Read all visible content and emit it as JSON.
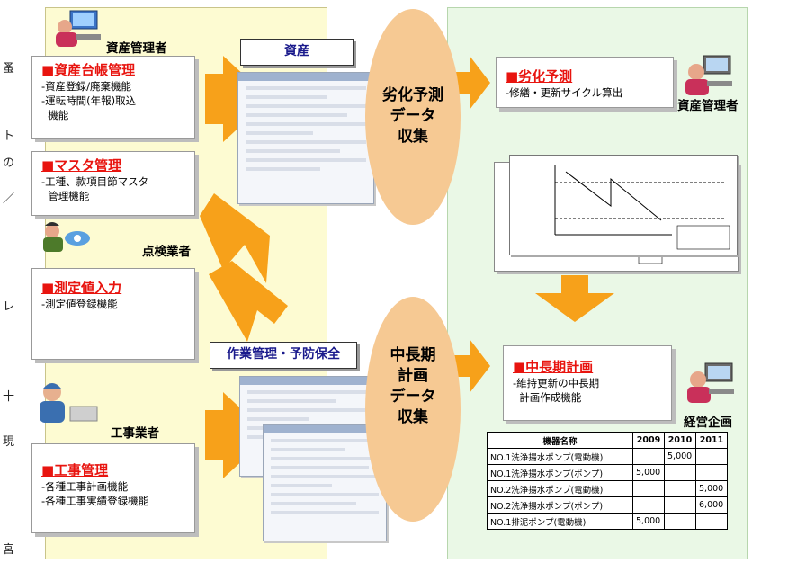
{
  "margin_chars": [
    "蚤",
    "ト",
    "の",
    "／",
    "レ",
    "十",
    "現",
    "宮"
  ],
  "roles": {
    "asset_manager_left": "資産管理者",
    "inspector": "点検業者",
    "contractor": "工事業者",
    "asset_manager_right": "資産管理者",
    "planning": "経営企画"
  },
  "cards": {
    "asset_ledger": {
      "title": "■資産台帳管理",
      "lines": [
        "-資産登録/廃棄機能",
        "-運転時間(年報)取込",
        "  機能"
      ]
    },
    "master": {
      "title": "■マスタ管理",
      "lines": [
        "-工種、款項目節マスタ",
        "  管理機能"
      ]
    },
    "measurement": {
      "title": "■測定値入力",
      "lines": [
        "-測定値登録機能"
      ]
    },
    "construction": {
      "title": "■工事管理",
      "lines": [
        "-各種工事計画機能",
        "-各種工事実績登録機能"
      ]
    },
    "deterioration": {
      "title": "■劣化予測",
      "lines": [
        "-修繕・更新サイクル算出"
      ]
    },
    "longterm": {
      "title": "■中長期計画",
      "lines": [
        "-維持更新の中長期",
        "  計画作成機能"
      ]
    }
  },
  "tabs": {
    "assets": "資産",
    "work": "作業管理・予防保全"
  },
  "ovals": {
    "top": [
      "劣化予測",
      "データ",
      "収集"
    ],
    "bottom": [
      "中長期",
      "計画",
      "データ",
      "収集"
    ]
  },
  "chart_data": {
    "type": "table",
    "columns": [
      "機器名称",
      "2009",
      "2010",
      "2011"
    ],
    "rows": [
      [
        "NO.1洗浄揚水ポンプ(電動機)",
        "",
        "5,000",
        ""
      ],
      [
        "NO.1洗浄揚水ポンプ(ポンプ)",
        "5,000",
        "",
        ""
      ],
      [
        "NO.2洗浄揚水ポンプ(電動機)",
        "",
        "",
        "5,000"
      ],
      [
        "NO.2洗浄揚水ポンプ(ポンプ)",
        "",
        "",
        "6,000"
      ],
      [
        "NO.1排泥ポンプ(電動機)",
        "5,000",
        "",
        ""
      ]
    ]
  },
  "colors": {
    "left_panel": "#fdfbd2",
    "right_panel": "#eaf8e6",
    "arrow": "#f7a11a",
    "oval": "#f6c993",
    "title_red": "#e8140f",
    "tab_text": "#1a1a8c"
  },
  "icons": [
    "office-worker-icon",
    "inspector-worker-icon",
    "phone-worker-icon",
    "manager-worker-icon",
    "planner-worker-icon",
    "deterioration-graph-icon",
    "screen-thumbnail-icon"
  ]
}
